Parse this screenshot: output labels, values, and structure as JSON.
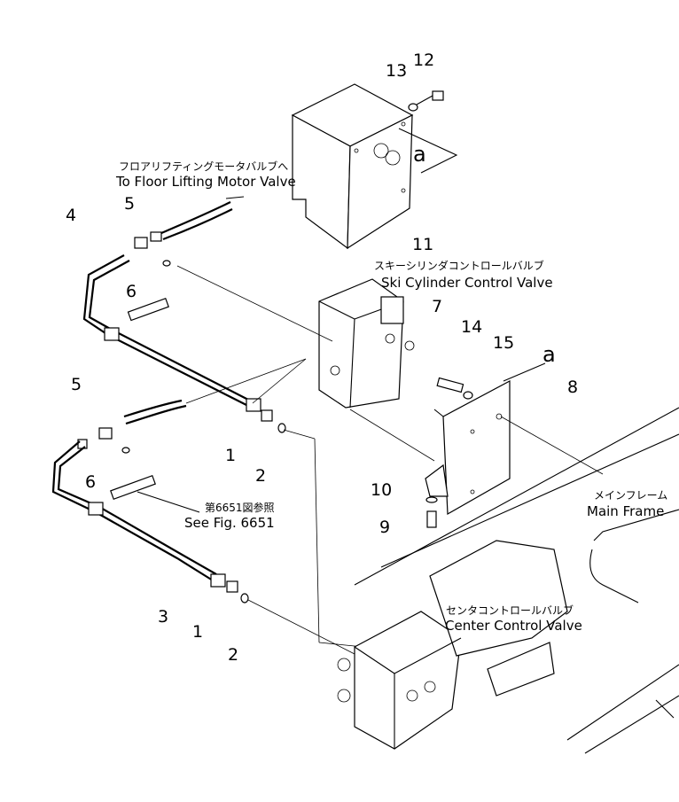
{
  "callouts": {
    "floor_lifting_jp": "フロアリフティングモータバルブへ",
    "floor_lifting_en": "To Floor Lifting Motor Valve",
    "ski_cylinder_jp": "スキーシリンダコントロールバルブ",
    "ski_cylinder_en": "Ski Cylinder Control Valve",
    "see_fig_jp": "第6651図参照",
    "see_fig_en": "See Fig. 6651",
    "main_frame_jp": "メインフレーム",
    "main_frame_en": "Main Frame",
    "center_valve_jp": "センタコントロールバルブ",
    "center_valve_en": "Center Control Valve"
  },
  "view_marks": [
    "a",
    "a"
  ],
  "part_numbers": [
    "1",
    "2",
    "1",
    "2",
    "3",
    "4",
    "5",
    "5",
    "6",
    "6",
    "7",
    "8",
    "9",
    "10",
    "11",
    "12",
    "13",
    "14",
    "15"
  ]
}
